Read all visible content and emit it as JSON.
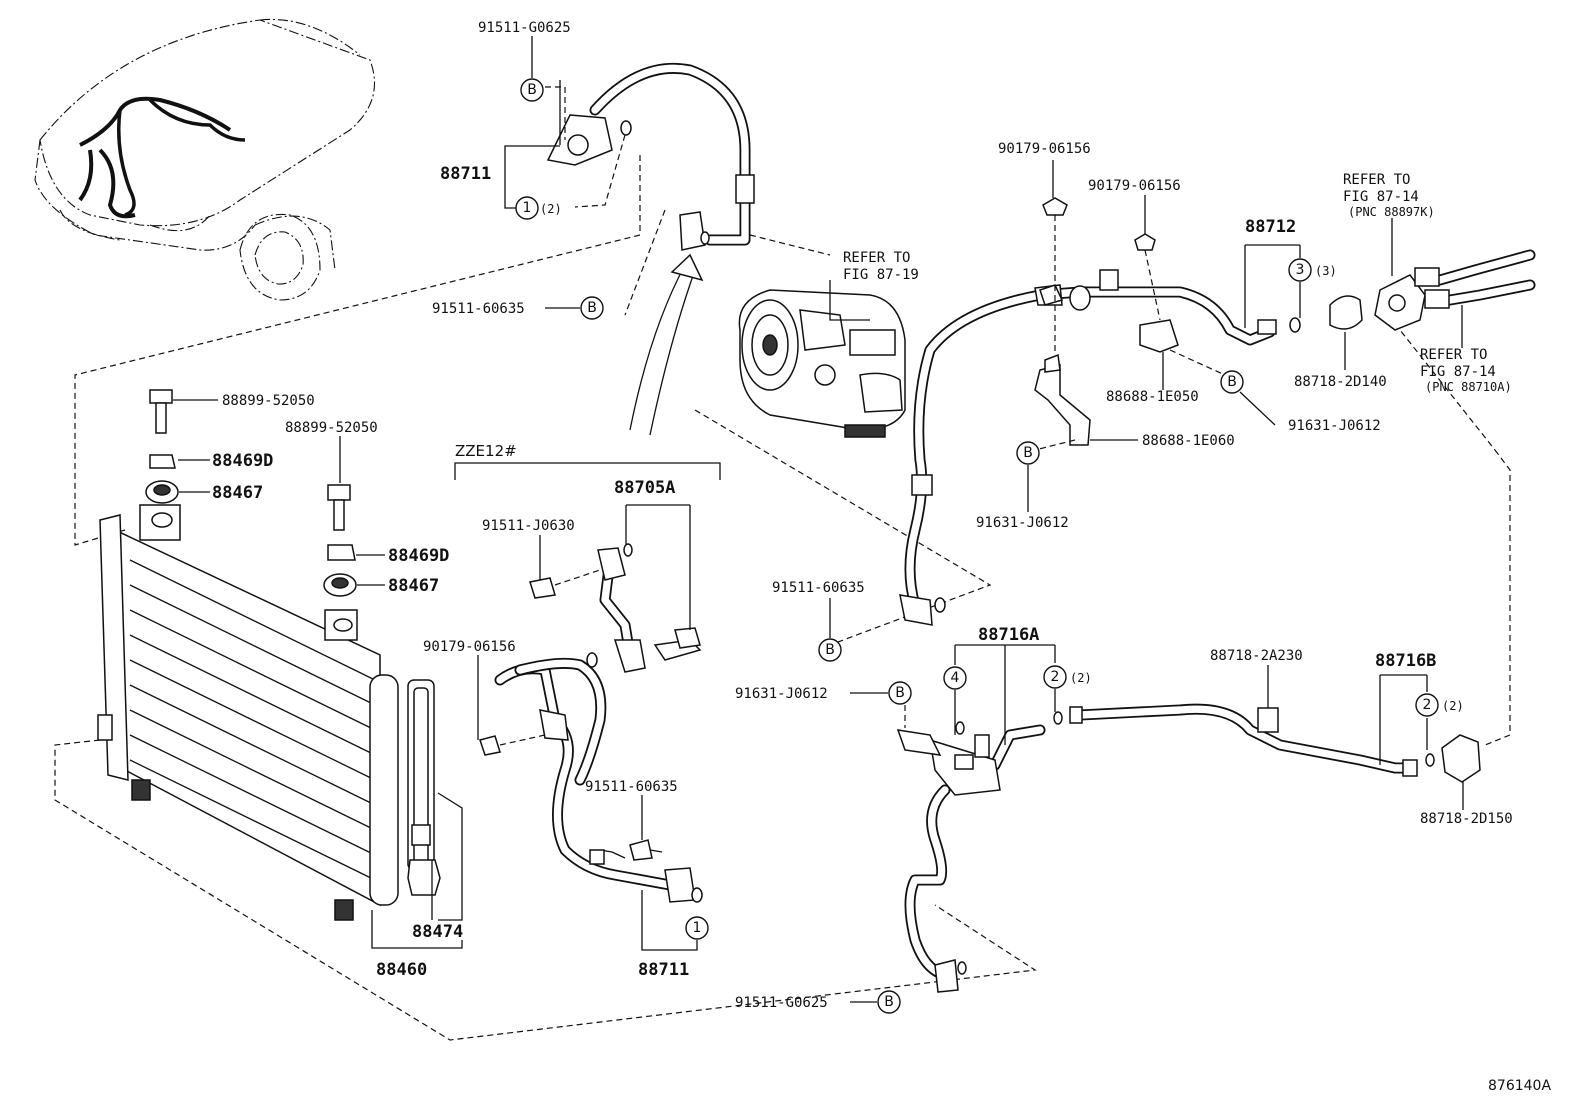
{
  "figure_code": "876140A",
  "group_heading": "ZZE12#",
  "notes": {
    "refer_87_19": [
      "REFER TO",
      "FIG 87-19"
    ],
    "refer_87_14_k": [
      "REFER TO",
      "FIG 87-14",
      "(PNC 88897K)"
    ],
    "refer_87_14_a": [
      "REFER TO",
      "FIG 87-14",
      "(PNC 88710A)"
    ]
  },
  "callouts": {
    "c1": "1",
    "c2": "2",
    "c3": "3",
    "c4": "4",
    "cB": "B",
    "q2": "(2)",
    "q3": "(3)"
  },
  "parts": {
    "p91511_G0625": "91511-G0625",
    "p91511_60635": "91511-60635",
    "p88711": "88711",
    "p88899_52050": "88899-52050",
    "p88469D": "88469D",
    "p88467": "88467",
    "p88705A": "88705A",
    "p91511_J0630": "91511-J0630",
    "p90179_06156": "90179-06156",
    "p88474": "88474",
    "p88460": "88460",
    "p88712": "88712",
    "p88718_2D140": "88718-2D140",
    "p88688_1E050": "88688-1E050",
    "p91631_J0612": "91631-J0612",
    "p88688_1E060": "88688-1E060",
    "p88716A": "88716A",
    "p88718_2A230": "88718-2A230",
    "p88716B": "88716B",
    "p88718_2D150": "88718-2D150"
  }
}
